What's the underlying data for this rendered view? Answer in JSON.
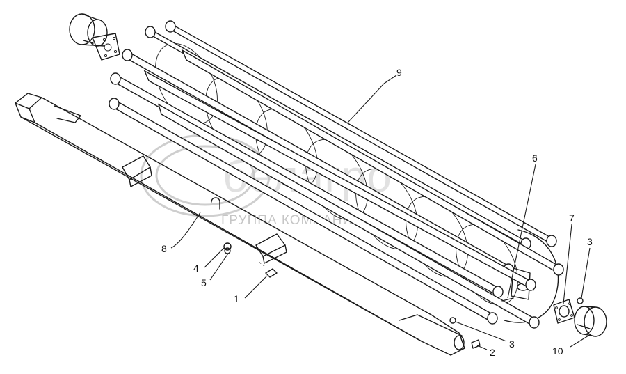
{
  "watermark": {
    "brand": "белагро",
    "subtitle": "ГРУППА КОМПАНИЙ"
  },
  "callouts": [
    {
      "id": "1",
      "label": "1"
    },
    {
      "id": "2",
      "label": "2"
    },
    {
      "id": "3a",
      "label": "3"
    },
    {
      "id": "3b",
      "label": "3"
    },
    {
      "id": "4",
      "label": "4"
    },
    {
      "id": "5",
      "label": "5"
    },
    {
      "id": "6",
      "label": "6"
    },
    {
      "id": "7",
      "label": "7"
    },
    {
      "id": "8",
      "label": "8"
    },
    {
      "id": "9",
      "label": "9"
    },
    {
      "id": "10",
      "label": "10"
    }
  ]
}
